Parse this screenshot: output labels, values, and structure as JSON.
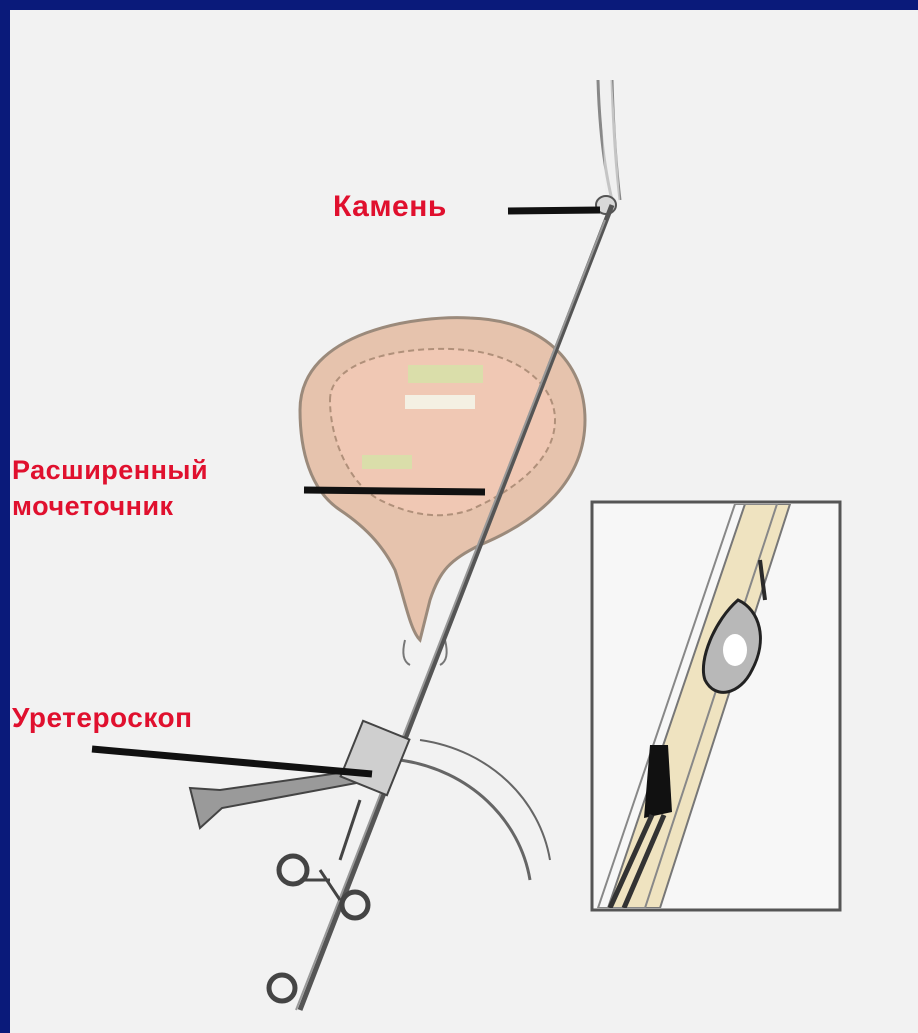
{
  "labels": {
    "stone": "Камень",
    "ureter_line1": "Расширенный",
    "ureter_line2": "мочеточник",
    "ureteroscope": "Уретероскоп"
  },
  "colors": {
    "background": "#0a1a7a",
    "panel": "#f2f2f2",
    "label_text": "#e0102e",
    "bladder_fill": "#e6c3ad",
    "bladder_interior": "#f0c8b4",
    "ureter_fill": "#efe3c0",
    "leader_line": "#111111",
    "instrument": "#555555"
  },
  "icons": [
    "bladder-icon",
    "ureteroscope-icon",
    "scissors-handle-icon",
    "stone-icon",
    "inset-zoom-icon"
  ]
}
